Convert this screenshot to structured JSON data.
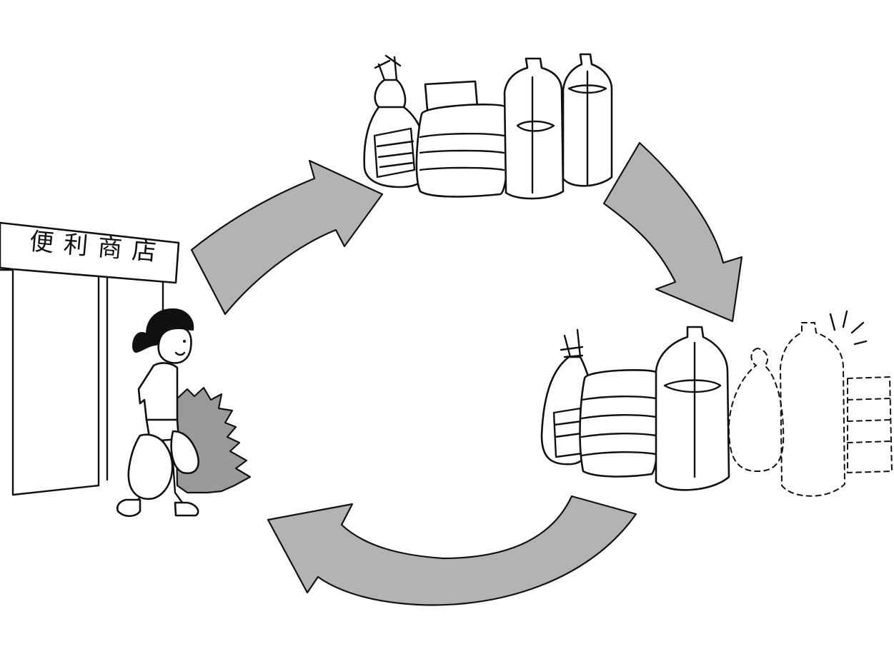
{
  "store_sign": {
    "label": "便利商店"
  },
  "palette": {
    "ink": "#111111",
    "arrow_fill": "#b3b3b3",
    "shrub_fill": "#9a9a9a",
    "background": "#ffffff"
  },
  "cycle": {
    "stages": [
      "store-shopper",
      "full-groceries",
      "partly-used-groceries"
    ],
    "arrows": [
      "store-to-groceries",
      "groceries-to-used",
      "used-to-store"
    ]
  }
}
